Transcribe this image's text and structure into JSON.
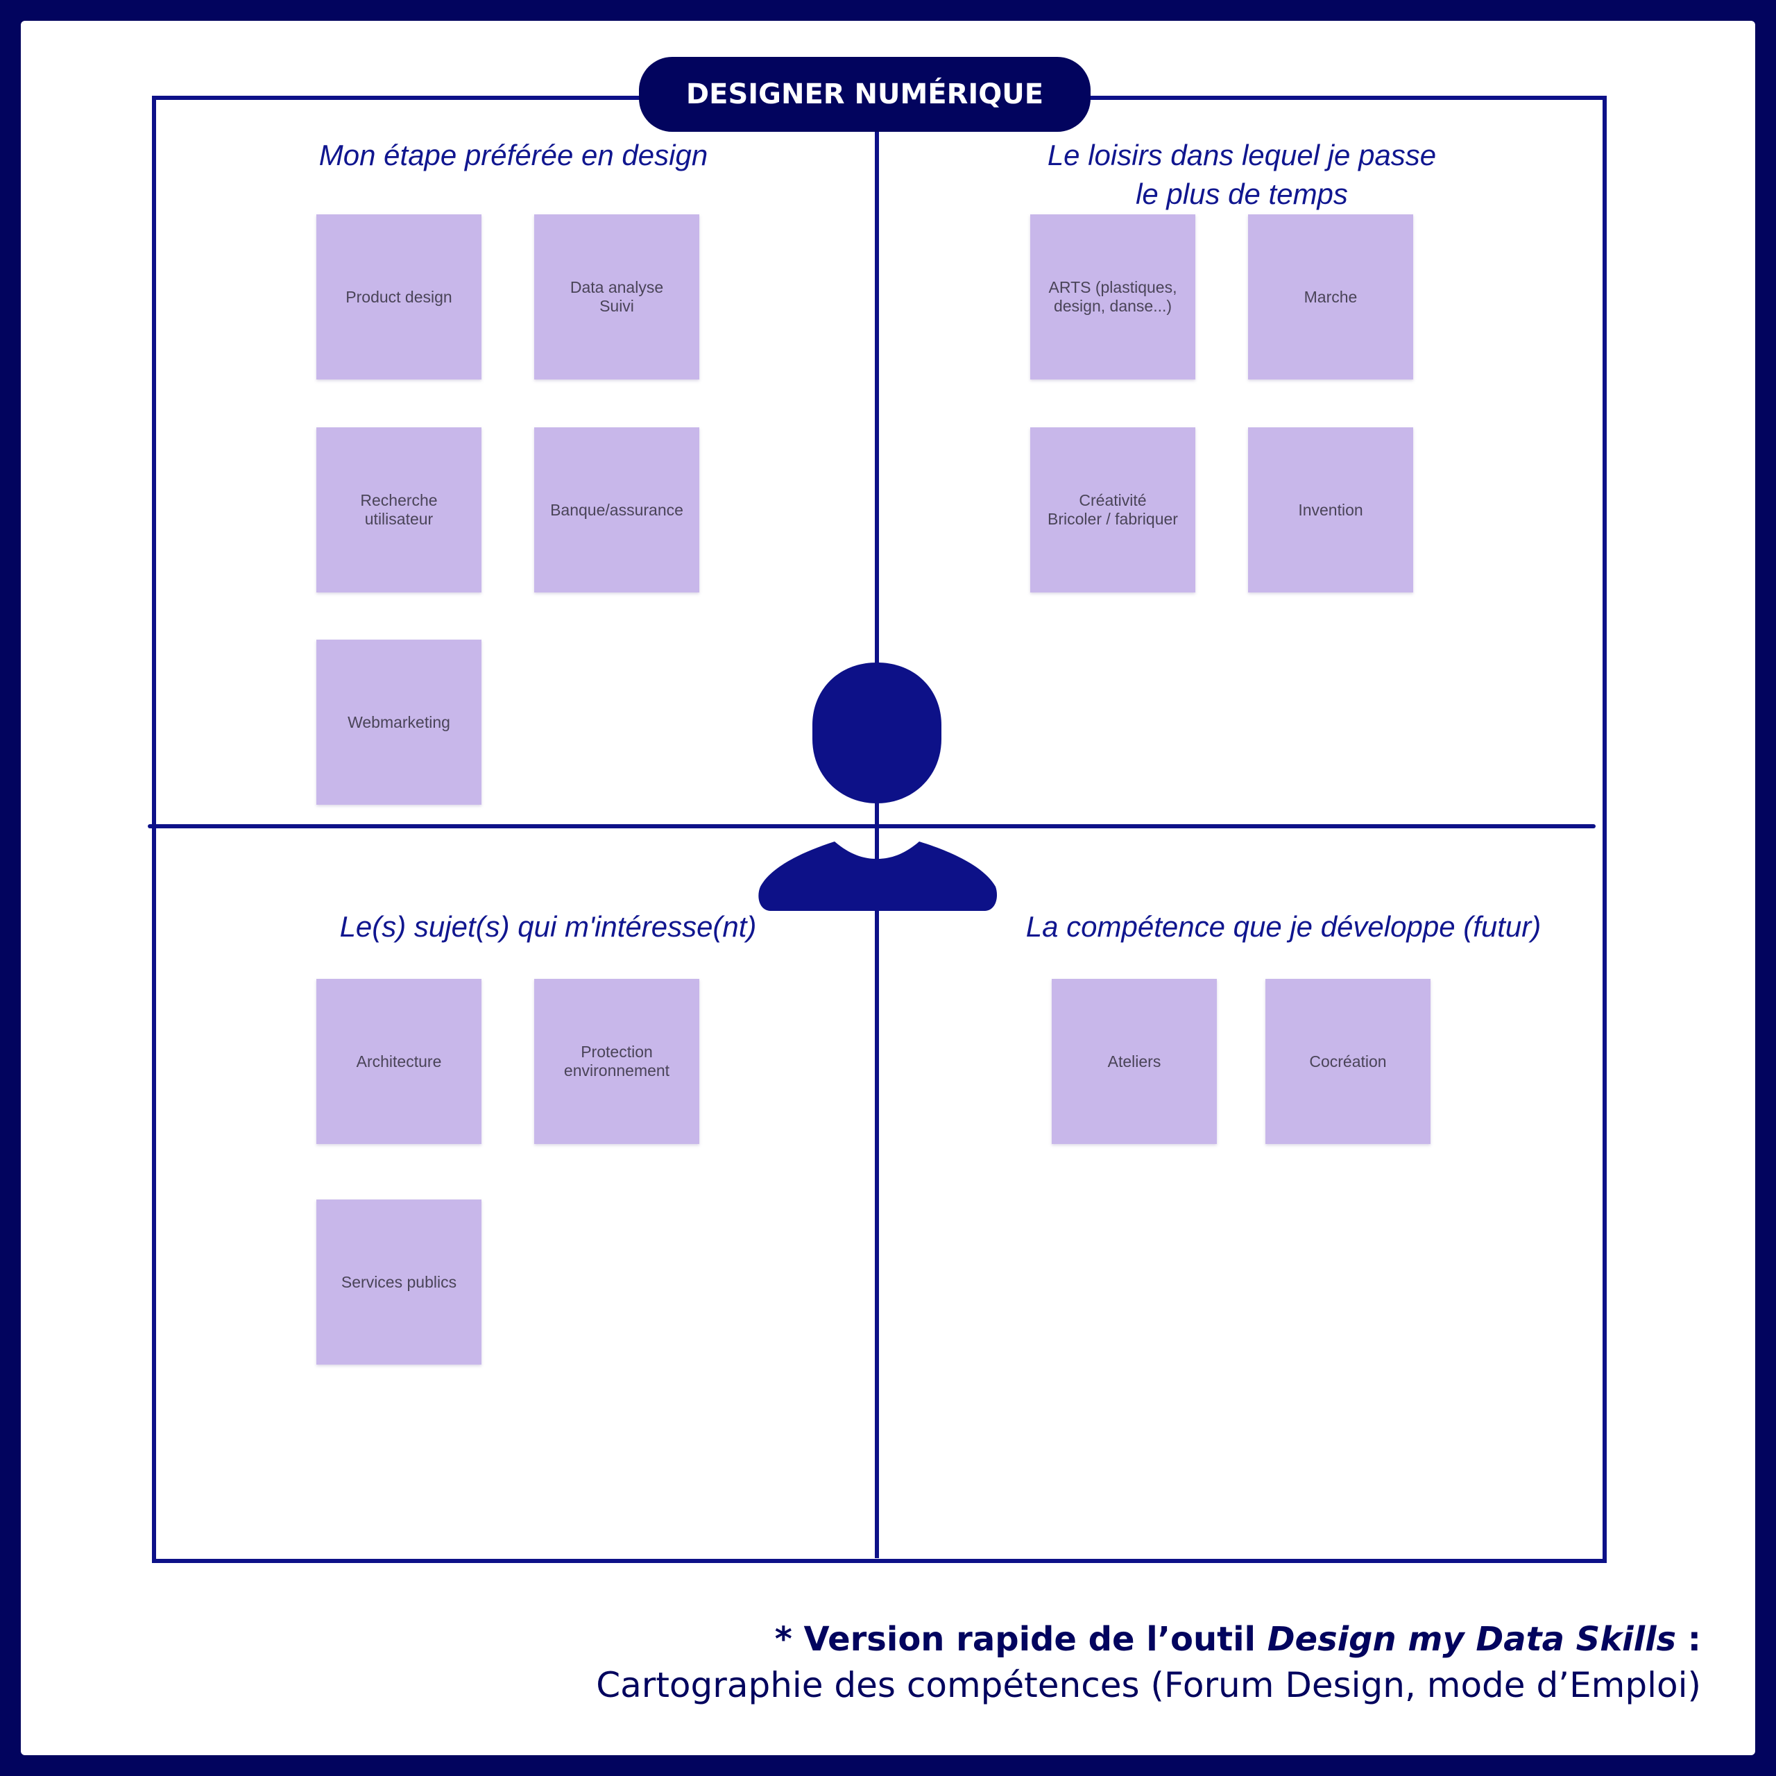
{
  "title": "DESIGNER NUMÉRIQUE",
  "colors": {
    "background_border": "#02045e",
    "lines": "#0d1188",
    "heading_text": "#10168f",
    "sticky_fill": "#c8b7ea",
    "sticky_text": "#4a4458"
  },
  "center_icon": "person-icon",
  "quadrants": [
    {
      "id": "top-left",
      "title": "Mon étape préférée en design",
      "notes": [
        "Product design",
        "Data analyse\nSuivi",
        "Recherche\nutilisateur",
        "Banque/assurance",
        "Webmarketing"
      ]
    },
    {
      "id": "top-right",
      "title": "Le loisirs dans lequel je passe\nle plus de temps",
      "notes": [
        "ARTS (plastiques,\ndesign, danse...)",
        "Marche",
        "Créativité\nBricoler / fabriquer",
        "Invention"
      ]
    },
    {
      "id": "bottom-left",
      "title": "Le(s) sujet(s) qui m'intéresse(nt)",
      "notes": [
        "Architecture",
        "Protection\nenvironnement",
        "Services publics"
      ]
    },
    {
      "id": "bottom-right",
      "title": "La compétence que je développe (futur)",
      "notes": [
        "Ateliers",
        "Cocréation"
      ]
    }
  ],
  "caption": {
    "line1_prefix": "* Version rapide de l’outil ",
    "line1_emphasis": "Design my Data Skills",
    "line1_suffix": " :",
    "line2": "Cartographie des compétences (Forum Design, mode d’Emploi)"
  }
}
